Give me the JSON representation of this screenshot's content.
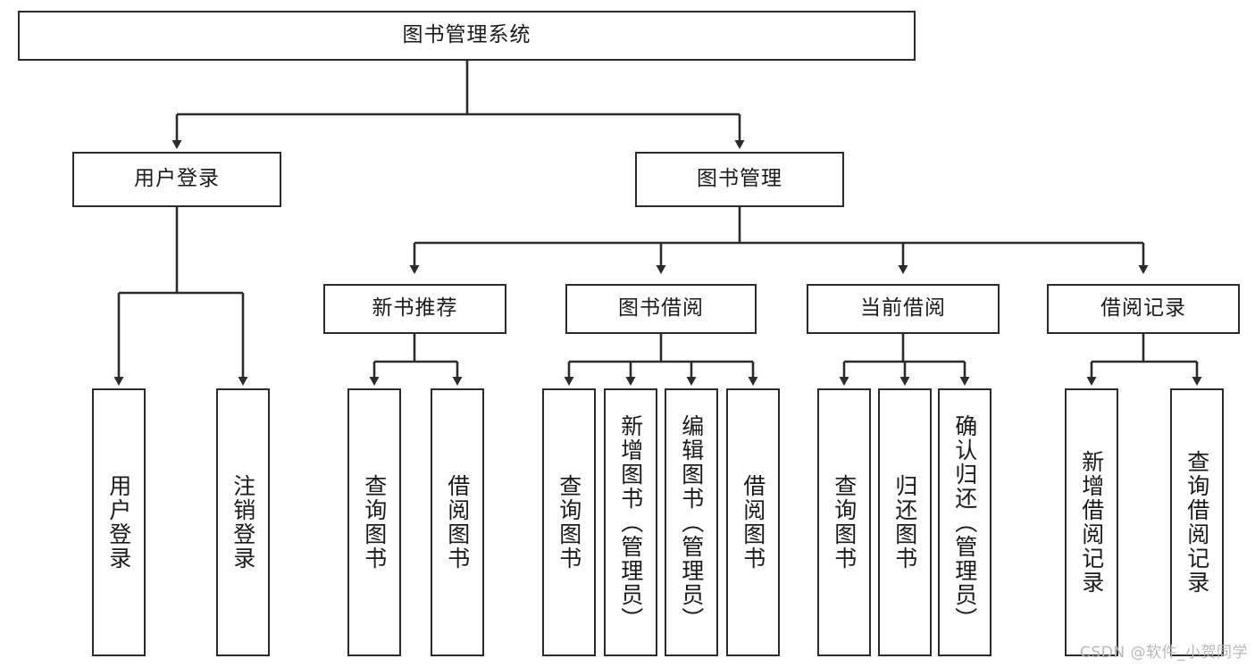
{
  "diagram": {
    "type": "tree",
    "title": "图书管理系统",
    "colors": {
      "stroke": "#2b2b2b",
      "fill": "#ffffff",
      "text": "#1a1a1a",
      "watermark": "#b8b8b8"
    },
    "root": {
      "label": "图书管理系统"
    },
    "level1": [
      {
        "label": "用户登录"
      },
      {
        "label": "图书管理"
      }
    ],
    "level2": [
      {
        "label": "新书推荐"
      },
      {
        "label": "图书借阅"
      },
      {
        "label": "当前借阅"
      },
      {
        "label": "借阅记录"
      }
    ],
    "leaves": {
      "user_login": [
        {
          "label": "用户登录"
        },
        {
          "label": "注销登录"
        }
      ],
      "new_book_recommend": [
        {
          "label": "查询图书"
        },
        {
          "label": "借阅图书"
        }
      ],
      "book_borrow": [
        {
          "label": "查询图书"
        },
        {
          "label": "新增图书（管理员）"
        },
        {
          "label": "编辑图书（管理员）"
        },
        {
          "label": "借阅图书"
        }
      ],
      "current_borrow": [
        {
          "label": "查询图书"
        },
        {
          "label": "归还图书"
        },
        {
          "label": "确认归还（管理员）"
        }
      ],
      "borrow_record": [
        {
          "label": "新增借阅记录"
        },
        {
          "label": "查询借阅记录"
        }
      ]
    }
  },
  "watermark": {
    "text": "CSDN @软件_小贺同学"
  }
}
